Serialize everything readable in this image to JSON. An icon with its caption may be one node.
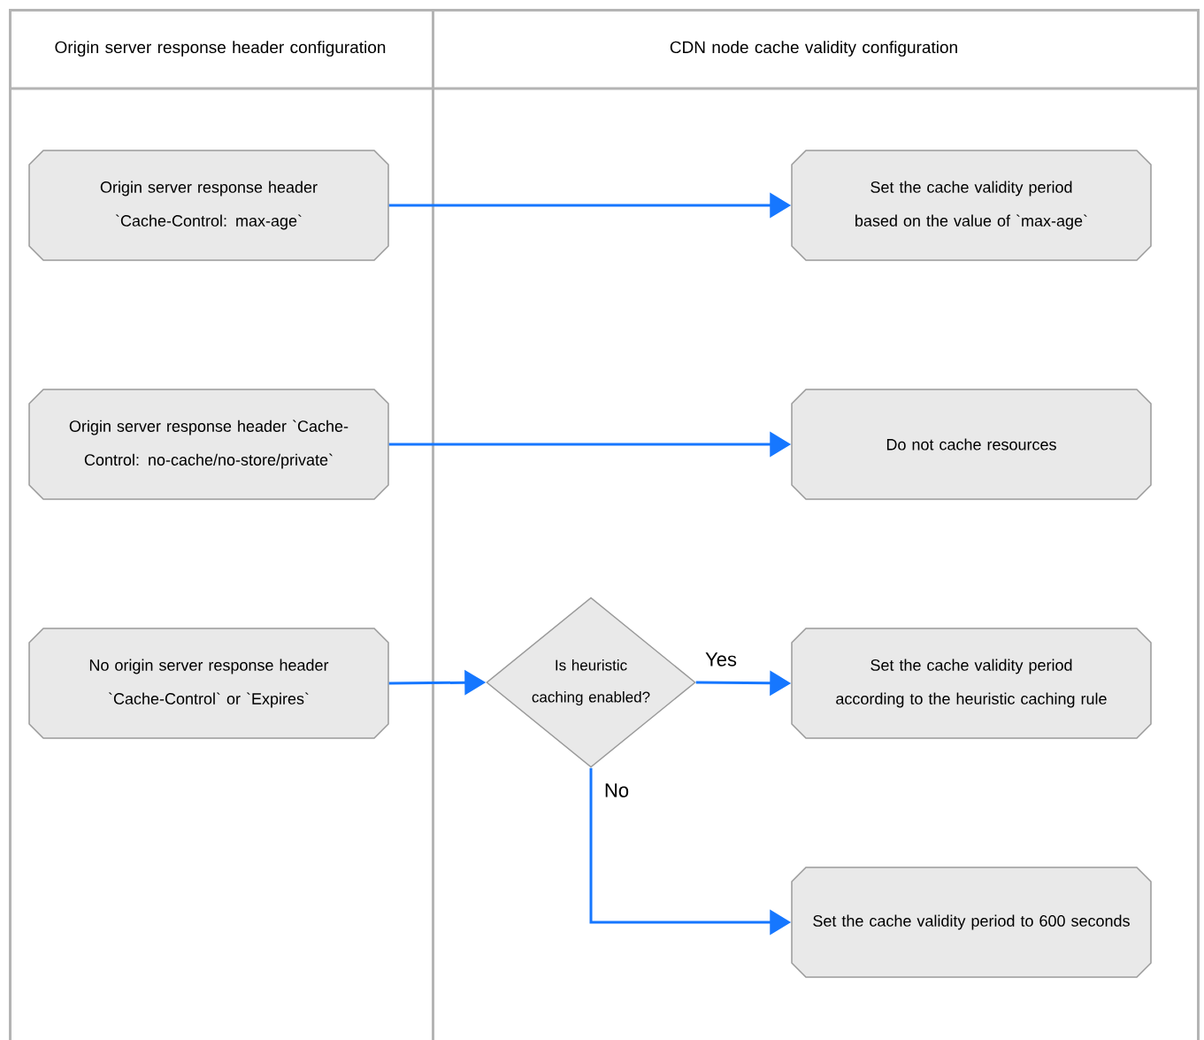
{
  "diagram": {
    "nodes": [
      {
        "text": [
          "Origin server response header configuration"
        ]
      },
      {
        "text": [
          "CDN node cache validity configuration"
        ]
      },
      {
        "text": [
          "Origin server response header `Cache-Control: max-age`"
        ],
        "in": 0
      },
      {
        "text": [
          "Set the cache validity period based on the value of `max-age`"
        ],
        "in": 1
      },
      {
        "text": [
          "Origin server response header `Cache-Control: no-cache/no-store/private`"
        ],
        "in": 0
      },
      {
        "text": [
          "Do not cache resources"
        ],
        "in": 1
      },
      {
        "text": [
          "No origin server response header `Cache-Control` or `Expires`"
        ],
        "in": 0
      },
      {
        "text": [
          "Is heuristic caching enabled?"
        ],
        "in": 1
      },
      {
        "text": [
          "Set the cache validity period according to the heuristic caching rule"
        ],
        "in": 1
      },
      {
        "text": [
          "Set the cache validity period to 600 seconds"
        ],
        "in": 1
      }
    ],
    "edges": [
      {
        "from": 2,
        "to": 3,
        "arrow": "to"
      },
      {
        "from": 4,
        "to": 5,
        "arrow": "to"
      },
      {
        "from": 6,
        "to": 7,
        "arrow": "to"
      },
      {
        "from": 7,
        "to": 8,
        "arrow": "to",
        "label": "Yes"
      },
      {
        "from": 7,
        "to": 9,
        "arrow": "to",
        "label": "No"
      }
    ]
  }
}
